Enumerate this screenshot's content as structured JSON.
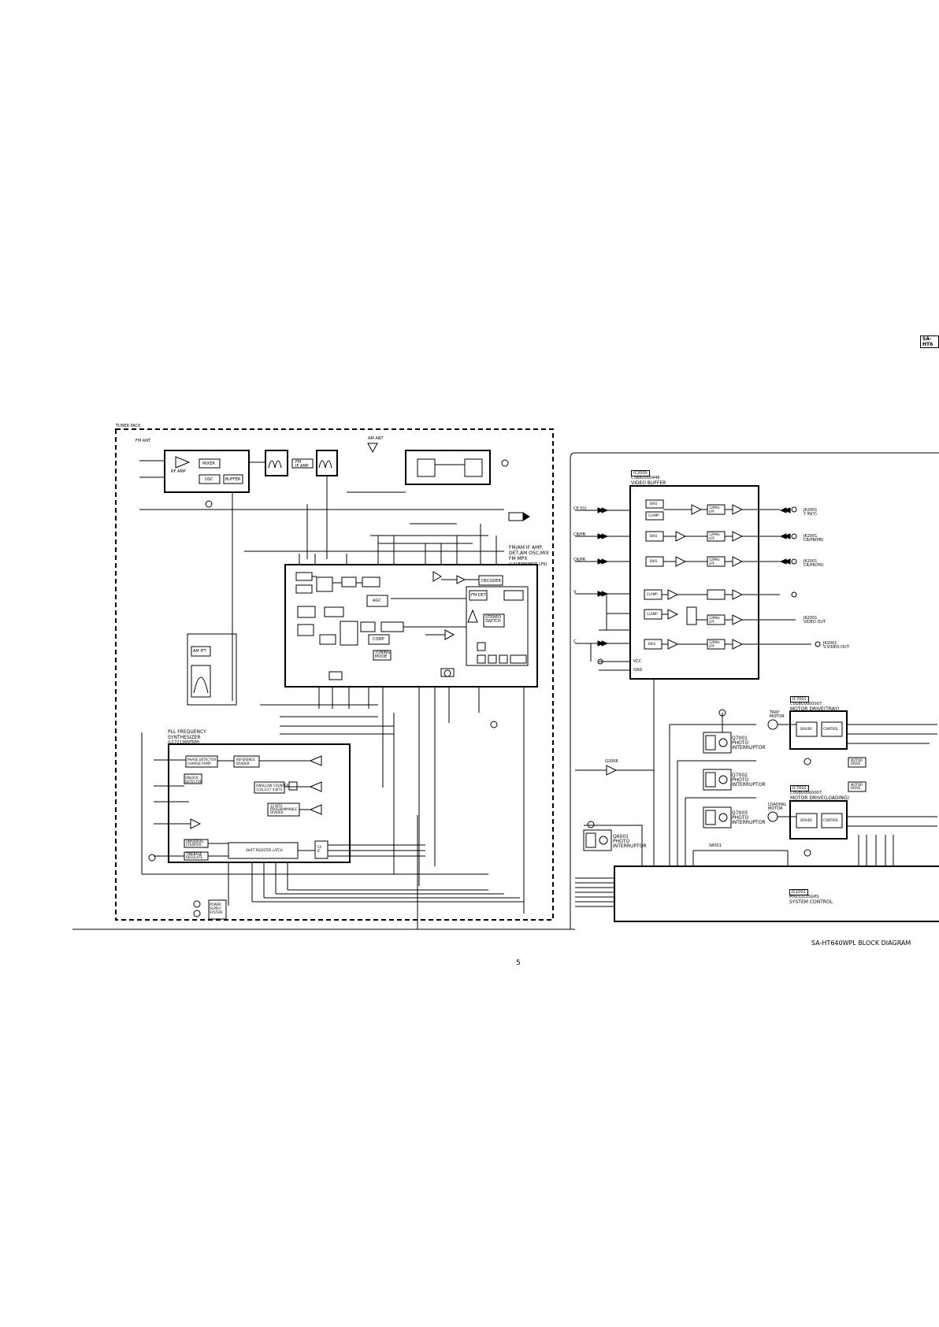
{
  "model_tag": "SA-HT6",
  "footer_title": "SA-HT640WPL  BLOCK DIAGRAM",
  "page_number": "5",
  "tuner": {
    "pack_label": "TUNER PACK",
    "fm_ant": "FM ANT",
    "am_ant": "AM ANT",
    "rf_amp": "RF AMP",
    "mixer": "MIXER",
    "osc": "OSC",
    "buffer": "BUFFER",
    "if_amp": "FM\nIF AMP",
    "ic_title": "FM/AM IF AMP,\nDET,AM OSC,MIX\nFM MPX",
    "ic_part": "(LA1838NMDT LPS)",
    "decoder": "DECODER",
    "agc": "AGC",
    "fm_det": "FM DET",
    "stereo_sw": "STEREO\nSWITCH",
    "comp": "COMP",
    "tuning_mode": "TUNING\nMODE",
    "pll_title": "PLL FREQUENCY\nSYNTHESIZER",
    "pll_part": "(LC72136NTRM)",
    "phase_det": "PHASE DETECTOR\nCHARGE PUMP",
    "ref_divider": "REFERENCE\nDIVIDER",
    "unlock": "UNLOCK\nDETECTOR",
    "swallow": "SWALLOW COUNTER\n1/16,1/17 4 BITS",
    "prog_divider": "12 BITS\nPROGRAMMABLE\nDIVIDER",
    "universal": "UNIVERSAL\nCOUNTER",
    "timebase": "TIMEBASE\nREGULATE",
    "shift_reg": "SHIFT REGISTER LATCH",
    "cio": "C/I\nIF",
    "power": "POWER\nSUPPLY\nSYSTEM",
    "am_ift": "AM IFT"
  },
  "video": {
    "ic_tag": "IC2000",
    "ic_part": "C3ABQ000446",
    "ic_title": "VIDEO BUFFER",
    "bias": "BIAS",
    "clamp": "CLAMP",
    "lpf": "12MHz\nLPF",
    "gnd": "GND",
    "vcc": "VCC",
    "jk_y": "JK2001\nY IN(Y)",
    "jk_pb": "JK2001\nCB/PB(PB)",
    "jk_pr": "JK2001\nCR/PR(PR)",
    "jk_video": "JK2001\nVIDEO OUT",
    "jk_svideo": "JK2001\nS-VIDEO OUT",
    "in_y": "CP Y(I)",
    "in_pb": "CB/PB",
    "in_pr": "CR/PR",
    "in_v": "V",
    "in_c": "C"
  },
  "system": {
    "motor_tray_tag": "IC7001",
    "motor_tray_part": "C0GBG0000007",
    "motor_tray_title": "MOTOR DRIVE(TRAY)",
    "motor_load_tag": "IC7002",
    "motor_load_part": "C0GBG0000007",
    "motor_load_title": "MOTOR DRIVE(LOADING)",
    "tray_motor": "TRAY\nMOTOR",
    "loading_motor": "LOADING\nMOTOR",
    "photo_1": "Q7001\nPHOTO\nINTERRUPTOR",
    "photo_2": "Q7002\nPHOTO\nINTERRUPTOR",
    "photo_3": "Q7003\nPHOTO\nINTERRUPTOR",
    "photo_4": "Q6001\nPHOTO\nINTERRUPTOR",
    "q2006": "Q2006",
    "sw": "S8001",
    "sys_tag": "IC1001",
    "sys_part": "MN102L35GHS",
    "sys_title": "SYSTEM CONTROL",
    "driver": "DRIVER",
    "control": "CONTROL",
    "motor_drive": "MOTOR\nDRIVE"
  }
}
